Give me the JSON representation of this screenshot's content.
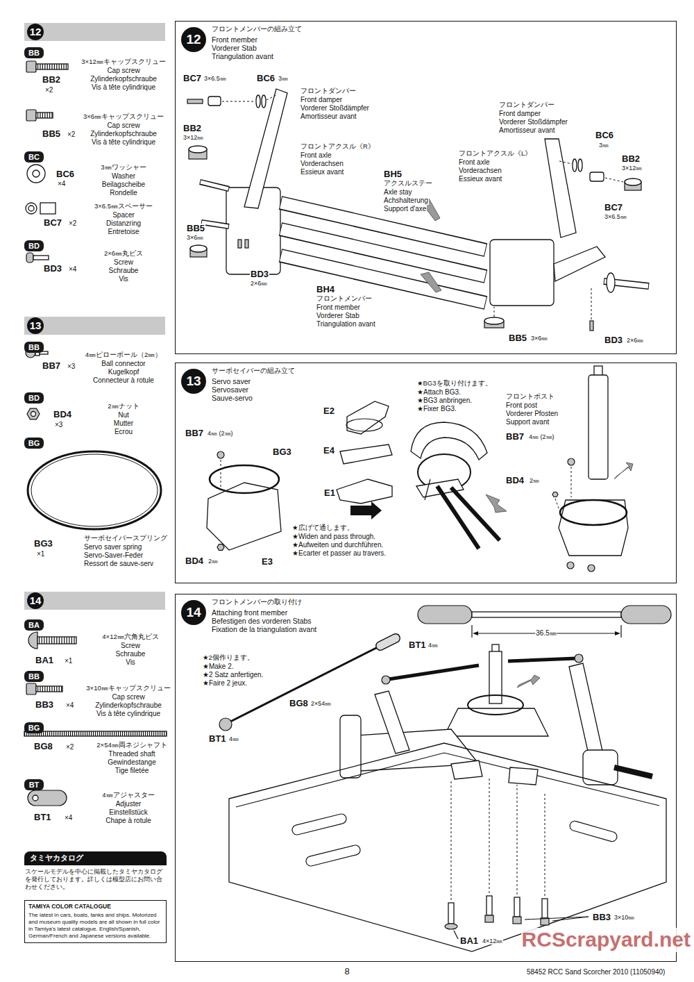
{
  "diagram": {
    "nodes": [
      {
        "text": [
          "12"
        ]
      },
      {
        "text": [
          "BB"
        ]
      },
      {
        "text": [
          "BC"
        ]
      },
      {
        "text": [
          "BD"
        ]
      },
      {
        "text": [
          "13"
        ]
      },
      {
        "text": [
          "BB"
        ]
      },
      {
        "text": [
          "BD"
        ]
      },
      {
        "text": [
          "BG"
        ]
      },
      {
        "text": [
          "14"
        ]
      },
      {
        "text": [
          "BA"
        ]
      },
      {
        "text": [
          "BB"
        ]
      },
      {
        "text": [
          "BG"
        ]
      },
      {
        "text": [
          "BT"
        ]
      },
      {
        "text": [
          "タミヤカタログ"
        ]
      },
      {
        "text": [
          "TAMIYA COLOR CATALOGUE",
          "The latest in cars, boats, tanks and ships. Motorized and museum quality models are all shown in full color in Tamiya's latest catalogue. English/Spanish, German/French and Japanese versions available."
        ]
      },
      {
        "text": [
          "フロントメンバーの組み立て",
          "Front member",
          "Vorderer Stab",
          "Triangulation avant"
        ]
      },
      {
        "text": [
          "12"
        ],
        "in": 15
      },
      {
        "text": [
          "サーボセイバーの組み立て",
          "Servo saver",
          "Servosaver",
          "Sauve-servo"
        ]
      },
      {
        "text": [
          "13"
        ],
        "in": 17
      },
      {
        "text": [
          "フロントメンバーの取り付け",
          "Attaching front member",
          "Befestigen des vorderen Stabs",
          "Fixation de la triangulation avant"
        ]
      },
      {
        "text": [
          "14"
        ],
        "in": 19
      }
    ],
    "labels": [
      "BB2",
      "×2",
      "3×12㎜キャップスクリュー",
      "Cap screw",
      "Zylinderkopfschraube",
      "Vis à tête cylindrique",
      "BB5",
      "×2",
      "3×6㎜キャップスクリュー",
      "Cap screw",
      "Zylinderkopfschraube",
      "Vis à tête cylindrique",
      "BC6",
      "×4",
      "3㎜ワッシャー",
      "Washer",
      "Beilagscheibe",
      "Rondelle",
      "BC7",
      "×2",
      "3×6.5㎜スペーサー",
      "Spacer",
      "Distanzring",
      "Entretoise",
      "BD3",
      "×4",
      "2×6㎜丸ビス",
      "Screw",
      "Schraube",
      "Vis",
      "BB7",
      "×3",
      "4㎜ピローボール（2㎜）",
      "Ball connector",
      "Kugelkopf",
      "Connecteur à rotule",
      "BD4",
      "×3",
      "2㎜ナット",
      "Nut",
      "Mutter",
      "Ecrou",
      "BG3",
      "×1",
      "サーボセイバースプリング",
      "Servo saver spring",
      "Servo-Saver-Feder",
      "Ressort de sauve-serv",
      "BA1",
      "×1",
      "4×12㎜六角丸ビス",
      "Screw",
      "Schraube",
      "Vis",
      "BB3",
      "×4",
      "3×10㎜キャップスクリュー",
      "Cap screw",
      "Zylinderkopfschraube",
      "Vis à tête cylindrique",
      "BG8",
      "×2",
      "2×54㎜両ネジシャフト",
      "Threaded shaft",
      "Gewindestange",
      "Tige filetée",
      "BT1",
      "×4",
      "4㎜アジャスター",
      "Adjuster",
      "Einstellstück",
      "Chape à rotule",
      "スケールモデルを中心に掲載したタミヤカタログを発行しております。詳しくは模型店にお問い合わせください。",
      "BC7",
      "3×6.5㎜",
      "BC6",
      "3㎜",
      "BB2",
      "3×12㎜",
      "BB5",
      "3×6㎜",
      "BD3",
      "2×6㎜",
      "フロントダンパー",
      "Front damper",
      "Vorderer Stoßdämpfer",
      "Amortisseur avant",
      "フロントアクスル《R》",
      "Front axle",
      "Vorderachsen",
      "Essieux avant",
      "BH5",
      "アクスルステー",
      "Axle stay",
      "Achshalterung",
      "Support d'axe",
      "BH4",
      "フロントメンバー",
      "Front member",
      "Vorderer Stab",
      "Triangulation avant",
      "フロントダンパー",
      "Front damper",
      "Vorderer Stoßdämpfer",
      "Amortisseur avant",
      "フロントアクスル《L》",
      "Front axle",
      "Vorderachsen",
      "Essieux avant",
      "BC6",
      "3㎜",
      "BB2",
      "3×12㎜",
      "BC7",
      "3×6.5㎜",
      "BB5",
      "3×6㎜",
      "BD3",
      "2×6㎜",
      "BB7",
      "4㎜ (2㎜)",
      "BG3",
      "E2",
      "E4",
      "E1",
      "E3",
      "BD4",
      "2㎜",
      "★広げて通します。",
      "★Widen and pass through.",
      "★Aufweiten und durchführen.",
      "★Ecarter et passer au travers.",
      "★BG3を取り付けます。",
      "★Attach BG3.",
      "★BG3 anbringen.",
      "★Fixer BG3.",
      "フロントポスト",
      "Front post",
      "Vorderer Pfosten",
      "Support avant",
      "BB7",
      "4㎜ (2㎜)",
      "BD4",
      "2㎜",
      "BT1",
      "4㎜",
      "★2個作ります。",
      "★Make 2.",
      "★2 Satz anfertigen.",
      "★Faire 2 jeux.",
      "BG8",
      "2×54㎜",
      "BT1",
      "4㎜",
      "36.5㎜",
      "BB3",
      "3×10㎜",
      "BA1",
      "4×12㎜",
      "8",
      "58452 RCC Sand Scorcher 2010 (11050940)",
      "RCScrapyard.net"
    ]
  }
}
